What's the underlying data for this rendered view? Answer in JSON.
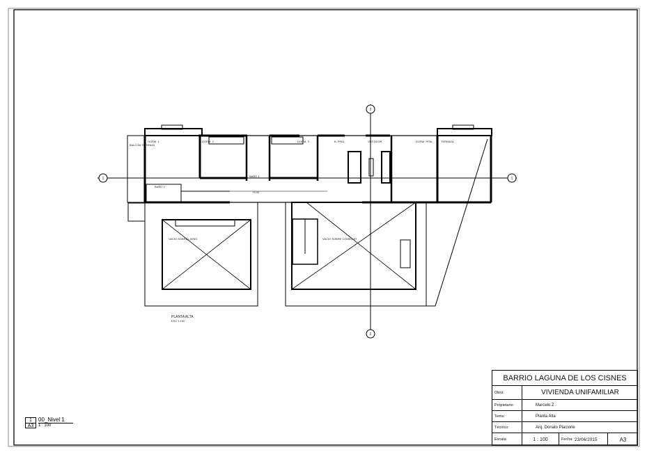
{
  "title_block": {
    "project": "BARRIO LAGUNA DE LOS CISNES",
    "obra_label": "Obra:",
    "obra_value": "VIVIENDA UNIFAMILIAR",
    "propietario_label": "Propietario:",
    "propietario_value": "Marcelo Z",
    "tema_label": "Tema:",
    "tema_value": "Planta Alta",
    "tecnico_label": "Técnico:",
    "tecnico_value": "Arq. Donato Placione",
    "escala_label": "Escala:",
    "escala_value": "1 : 100",
    "fecha_label": "Fecha:",
    "fecha_value": "23/06/2015",
    "sheet_size": "A3"
  },
  "view_tag": {
    "number": "1",
    "sheet": "A3",
    "name": "00_Nivel 1",
    "scale": "1 : 100"
  },
  "plan": {
    "rooms": {
      "balcon": "BALCON TERRAZA",
      "dorm1": "DORM. 1",
      "dorm2": "DORM. 2",
      "dorm3": "DORM. 3",
      "bano1": "BAÑO 1",
      "bano2": "BAÑO 2",
      "bano_ppal": "B. PPAL",
      "vestidor": "VESTIDOR",
      "dorm_ppal": "DORM. PPAL",
      "terraza": "TERRAZA",
      "vacio_living": "VACIO SOBRE LIVING",
      "vacio_comedor": "VACIO SOBRE COMEDOR"
    },
    "caption_title": "PLANTA ALTA",
    "caption_scale": "ESC 1:100",
    "level_mark": "+3.30",
    "section_marker_h": "1",
    "section_marker_v": "2"
  }
}
